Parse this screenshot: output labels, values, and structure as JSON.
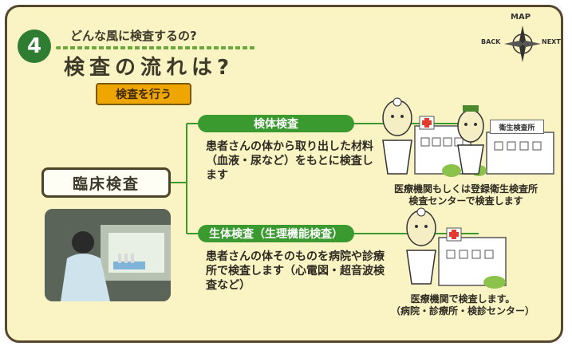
{
  "step": {
    "number": "4"
  },
  "header": {
    "question": "どんな風に検査するの?",
    "title": "検査の流れは?",
    "tag": "検査を行う"
  },
  "map": {
    "label": "MAP",
    "back": "BACK",
    "next": "NEXT"
  },
  "center": {
    "label": "臨床検査"
  },
  "branch1": {
    "title": "検体検査",
    "desc": "患者さんの体から取り出した材料（血液・尿など）をもとに検査します",
    "sign": "衛生検査所",
    "caption_line1": "医療機関もしくは登録衛生検査所",
    "caption_line2": "検査センターで検査します"
  },
  "branch2": {
    "title": "生体検査（生理機能検査）",
    "desc": "患者さんの体そのものを病院や診療所で検査します（心電図・超音波検査など）",
    "caption_line1": "医療機関で検査します。",
    "caption_line2": "（病院・診療所・検診センター）"
  },
  "colors": {
    "green": "#3a9a2f",
    "badge": "#2f7d33",
    "tag": "#f0a600",
    "panel": "#faf3c3",
    "border": "#55482e"
  }
}
